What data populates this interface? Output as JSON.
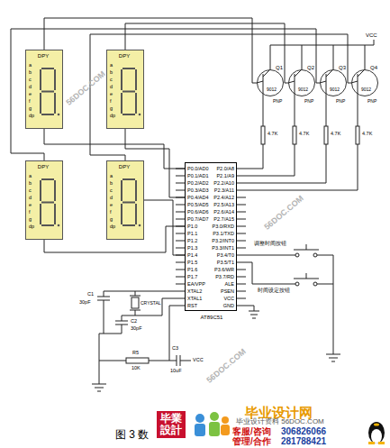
{
  "diagram": {
    "caption": "图 3 数",
    "nodes": [
      {
        "text": [
          "DPY"
        ]
      },
      {
        "text": [
          "DPY"
        ]
      },
      {
        "text": [
          "Q1",
          "9012",
          "PNP"
        ]
      },
      {
        "text": [
          "Q2",
          "9012",
          "PNP"
        ]
      },
      {
        "text": [
          "Q3",
          "9012",
          "PNP"
        ]
      },
      {
        "text": [
          "Q4",
          "9012",
          "PNP"
        ]
      },
      {
        "text": [
          "DPY"
        ]
      },
      {
        "text": [
          "DPY"
        ]
      },
      {
        "text": [
          "AT89C51"
        ]
      }
    ],
    "edges": [
      {
        "from": 2,
        "to": 0,
        "arrow": "none"
      },
      {
        "from": 3,
        "to": 1,
        "arrow": "none"
      },
      {
        "from": 4,
        "to": 6,
        "arrow": "none"
      },
      {
        "from": 5,
        "to": 7,
        "arrow": "none"
      },
      {
        "from": 0,
        "to": 8,
        "arrow": "none"
      },
      {
        "from": 1,
        "to": 8,
        "arrow": "none"
      },
      {
        "from": 6,
        "to": 8,
        "arrow": "none"
      },
      {
        "from": 7,
        "to": 8,
        "arrow": "none"
      }
    ],
    "labels": [
      "a",
      "b",
      "c",
      "d",
      "e",
      "f",
      "g",
      "dp",
      "a",
      "b",
      "c",
      "d",
      "e",
      "f",
      "g",
      "dp",
      "a",
      "b",
      "c",
      "d",
      "e",
      "f",
      "g",
      "dp",
      "a",
      "b",
      "c",
      "d",
      "e",
      "f",
      "g",
      "dp",
      "P0.0/AD0",
      "P0.1/AD1",
      "P0.2/AD2",
      "P0.3/AD3",
      "P0.4/AD4",
      "P0.5/AD5",
      "P0.6/AD6",
      "P0.7/AD7",
      "P1.0",
      "P1.1",
      "P1.2",
      "P1.3",
      "P1.4",
      "P1.5",
      "P1.6",
      "P1.7",
      "EA/VPP",
      "XTAL2",
      "XTAL1",
      "RST",
      "P2.0/A8",
      "P2.1/A9",
      "P2.2/A10",
      "P2.3/A11",
      "P2.4/A12",
      "P2.5/A13",
      "P2.6/A14",
      "P2.7/A15",
      "P3.0/RXD",
      "P3.1/TXD",
      "P3.2/INT0",
      "P3.3/INT1",
      "P3.4/T0",
      "P3.5/T1",
      "P3.6/WR",
      "P3.7/RD",
      "ALE",
      "PSEN",
      "VCC",
      "GND",
      "VCC",
      "4.7K",
      "4.7K",
      "4.7K",
      "4.7K",
      "调整时间按钮",
      "时间设定按钮",
      "C1",
      "30pF",
      "C2",
      "30pF",
      "CRYSTAL",
      "C3",
      "10uF",
      "R5",
      "10K",
      "VCC",
      "56DOC.COM",
      "56DOC.COM",
      "56DOC.COM",
      "毕業設計",
      "毕业设计网",
      "毕业设计资料 56DOC.COM",
      "客服/咨询",
      "306826066",
      "管理/合作",
      "281788421"
    ]
  }
}
